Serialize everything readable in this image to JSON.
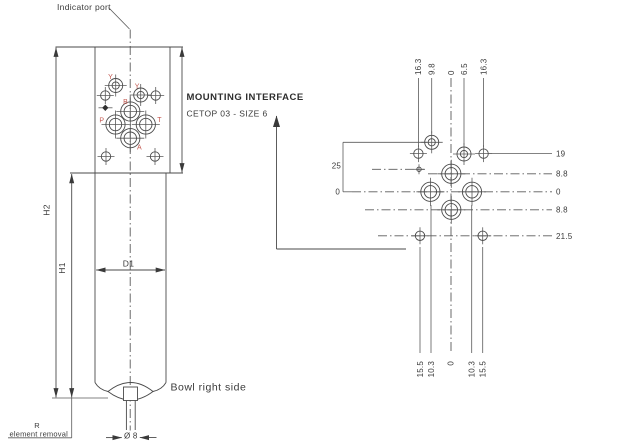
{
  "colors": {
    "background": "#ffffff",
    "line": "#4a4a4a",
    "text": "#3a3a3a",
    "port_label_accent": "#c2574e"
  },
  "left_view": {
    "indicator_port": "Indicator port",
    "mounting_title": "MOUNTING INTERFACE",
    "mounting_subtitle": "CETOP 03  - SIZE 6",
    "bowl_note": "Bowl right side",
    "removal_symbol": "R",
    "removal_note": "element removal",
    "dim_h2": "H2",
    "dim_h1": "H1",
    "dim_d1": "D1",
    "dim_drain": "Ø 8",
    "ports": {
      "y1": "Y",
      "y2": "Y",
      "b": "B",
      "p": "P",
      "t": "T",
      "a": "A"
    }
  },
  "interface_view": {
    "top_dims": [
      "16.3",
      "9.8",
      "0",
      "6.5",
      "16.3"
    ],
    "bottom_dims": [
      "15.5",
      "10.3",
      "0",
      "10.3",
      "15.5"
    ],
    "right_dims": [
      "19",
      "8.8",
      "0",
      "8.8",
      "21.5"
    ],
    "left_dims": [
      "25",
      "0"
    ]
  }
}
